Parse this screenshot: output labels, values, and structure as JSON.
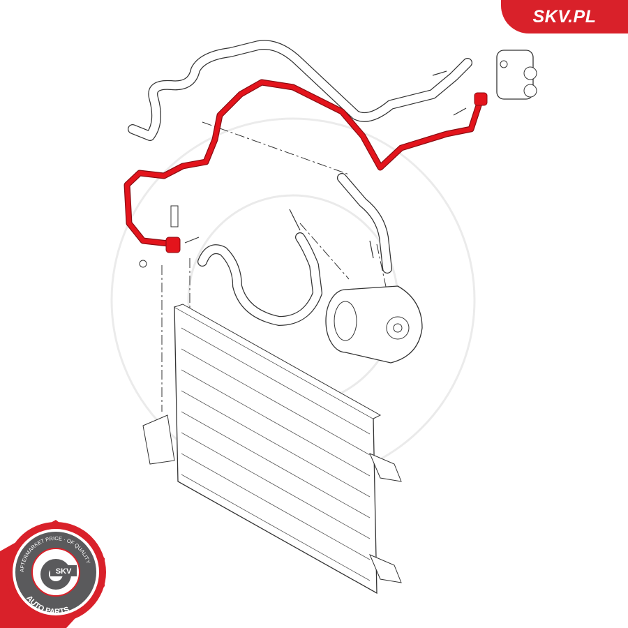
{
  "brand": {
    "corner_label": "SKV.PL",
    "seal": {
      "top_text": "AFTERMARKET PRICE · OF QUALITY",
      "center_text": "SKV",
      "bottom_text": "AUTO PARTS"
    }
  },
  "colors": {
    "brand_red": "#d9212a",
    "highlight_hose": "#e3141c",
    "seal_grey": "#5a5a5c"
  },
  "icons": [
    "gear-icon"
  ]
}
